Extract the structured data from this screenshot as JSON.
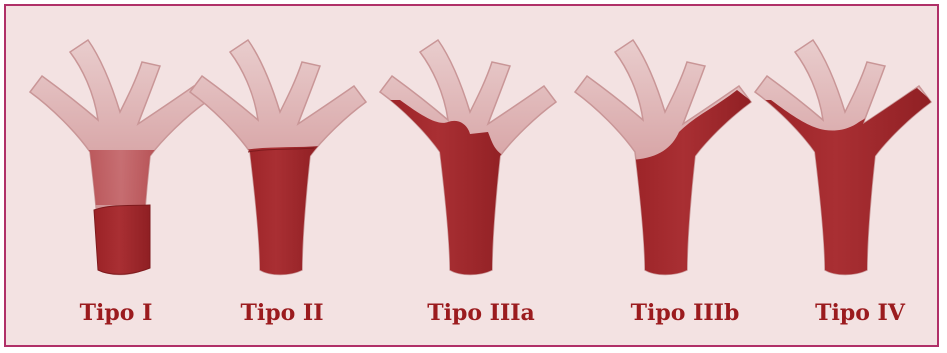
{
  "labels": [
    "Tipo I",
    "Tipo II",
    "Tipo IIIa",
    "Tipo IIIb",
    "Tipo IV"
  ],
  "colors": {
    "background": "#f3e2e2",
    "border": "#b03068",
    "vessel_light": "#d9a6a7",
    "thrombus": "#a0282b",
    "label": "#9b1b1e"
  }
}
